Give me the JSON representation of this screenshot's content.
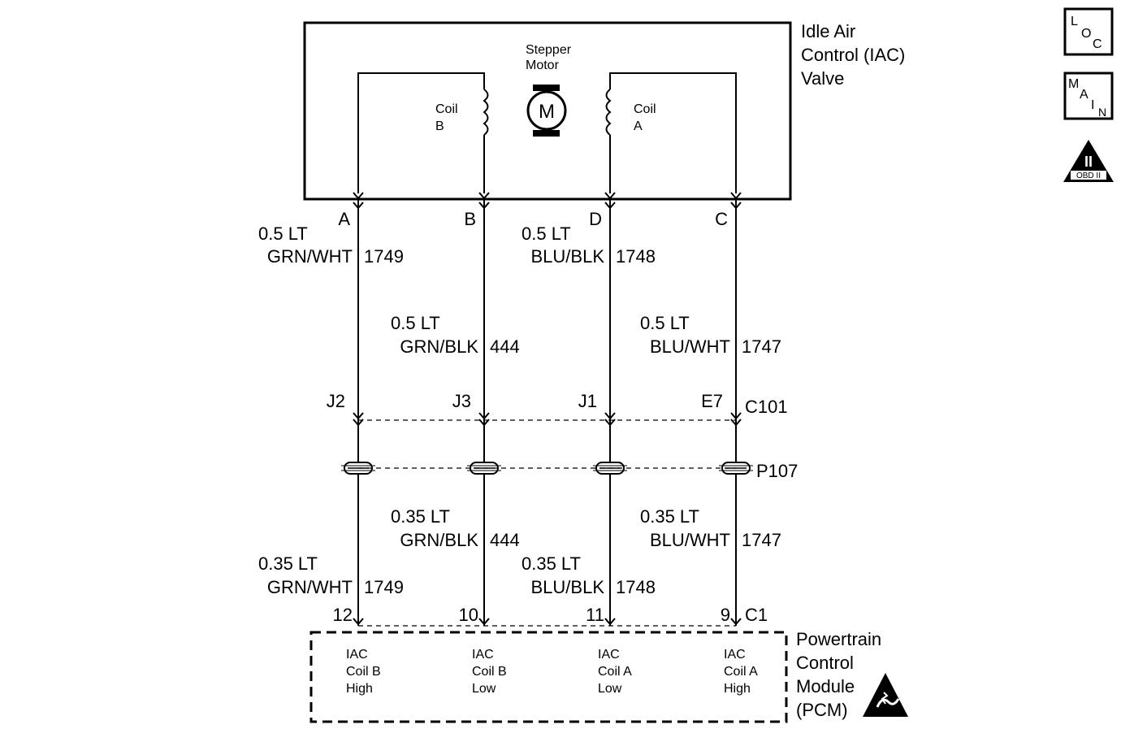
{
  "component": {
    "title_lines": [
      "Idle Air",
      "Control (IAC)",
      "Valve"
    ],
    "motor_label_lines": [
      "Stepper",
      "Motor"
    ],
    "motor_symbol": "M",
    "coil_b_lines": [
      "Coil",
      "B"
    ],
    "coil_a_lines": [
      "Coil",
      "A"
    ]
  },
  "icons": {
    "loc": [
      "L",
      "O",
      "C"
    ],
    "main": [
      "M",
      "A",
      "I",
      "N"
    ],
    "obd": {
      "numeral": "II",
      "label": "OBD II"
    }
  },
  "circuits": [
    {
      "terminal": "A",
      "upper_gauge": "0.5 LT",
      "upper_color": "GRN/WHT",
      "upper_circuit": "1749",
      "c101_pin": "J2",
      "lower_gauge": "0.35 LT",
      "lower_color": "GRN/WHT",
      "lower_circuit": "1749",
      "pcm_pin": "12",
      "pcm_function": [
        "IAC",
        "Coil B",
        "High"
      ]
    },
    {
      "terminal": "B",
      "upper_gauge": "0.5 LT",
      "upper_color": "GRN/BLK",
      "upper_circuit": "444",
      "c101_pin": "J3",
      "lower_gauge": "0.35 LT",
      "lower_color": "GRN/BLK",
      "lower_circuit": "444",
      "pcm_pin": "10",
      "pcm_function": [
        "IAC",
        "Coil B",
        "Low"
      ]
    },
    {
      "terminal": "D",
      "upper_gauge": "0.5 LT",
      "upper_color": "BLU/BLK",
      "upper_circuit": "1748",
      "c101_pin": "J1",
      "lower_gauge": "0.35 LT",
      "lower_color": "BLU/BLK",
      "lower_circuit": "1748",
      "pcm_pin": "11",
      "pcm_function": [
        "IAC",
        "Coil A",
        "Low"
      ]
    },
    {
      "terminal": "C",
      "upper_gauge": "0.5 LT",
      "upper_color": "BLU/WHT",
      "upper_circuit": "1747",
      "c101_pin": "E7",
      "lower_gauge": "0.35 LT",
      "lower_color": "BLU/WHT",
      "lower_circuit": "1747",
      "pcm_pin": "9",
      "pcm_function": [
        "IAC",
        "Coil A",
        "High"
      ]
    }
  ],
  "connectors": {
    "c101": "C101",
    "p107": "P107",
    "c1": "C1"
  },
  "module": {
    "title_lines": [
      "Powertrain",
      "Control",
      "Module",
      "(PCM)"
    ]
  }
}
